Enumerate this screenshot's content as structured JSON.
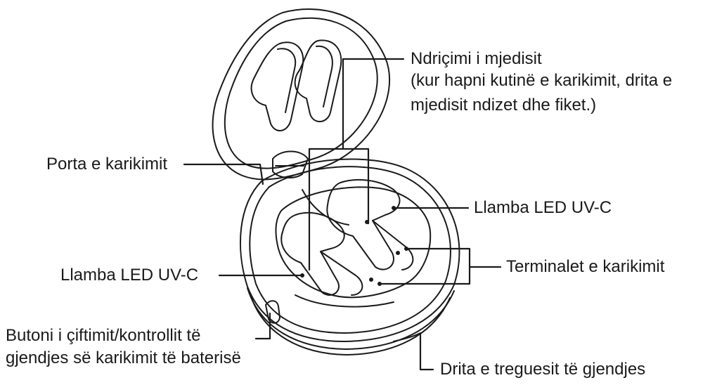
{
  "labels": {
    "ambient_light": {
      "title": "Ndriçimi i mjedisit",
      "note_line1": "(kur hapni kutinë e karikimit, drita e",
      "note_line2": "mjedisit ndizet dhe fiket.)"
    },
    "charging_port": "Porta e karikimit",
    "uvc_led_right": "Llamba LED UV-C",
    "charging_terminals": "Terminalet e karikimit",
    "uvc_led_left": "Llamba LED UV-C",
    "pairing_button": {
      "line1": "Butoni i çiftimit/kontrollit të",
      "line2": "gjendjes së karikimit të baterisë"
    },
    "status_indicator": "Drita e treguesit të gjendjes"
  }
}
